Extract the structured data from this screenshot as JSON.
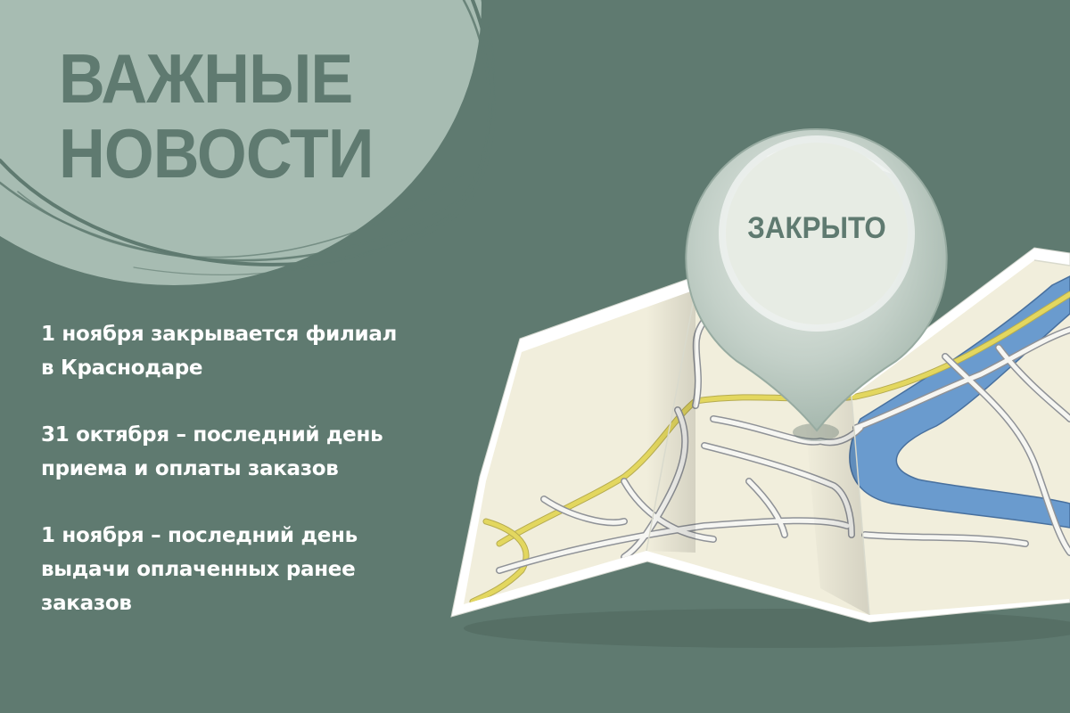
{
  "headline": {
    "line1": "ВАЖНЫЕ",
    "line2": "НОВОСТИ"
  },
  "news": [
    {
      "line1": "1 ноября закрывается филиал",
      "line2": "в Краснодаре"
    },
    {
      "line1": "31 октября – последний день",
      "line2": "приема и оплаты заказов"
    },
    {
      "line1": "1 ноября – последний день",
      "line2": "выдачи оплаченных ранее",
      "line3": "заказов"
    }
  ],
  "pin": {
    "label": "ЗАКРЫТО",
    "icon": "map-pin-icon"
  },
  "colors": {
    "background": "#5f7a70",
    "circle": "#a7bcb2",
    "text_light": "#ffffff",
    "text_dark": "#5f7a70",
    "map_paper": "#f1eedc",
    "map_river": "#6a9bce",
    "map_road": "#e2d65e"
  }
}
